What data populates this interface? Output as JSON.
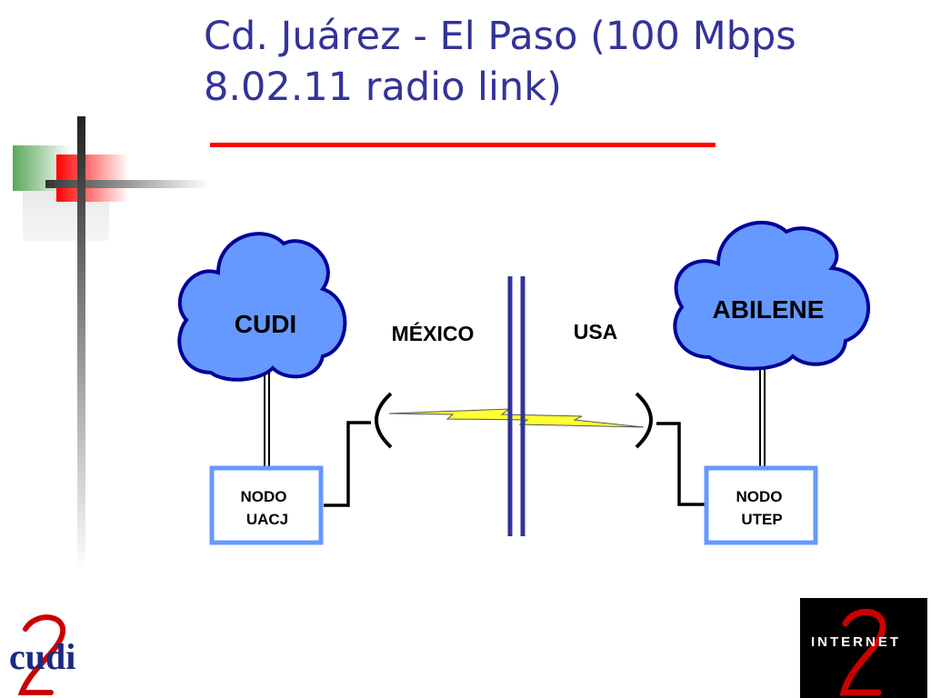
{
  "slide": {
    "title_line1": "Cd. Juárez - El Paso (100 Mbps",
    "title_line2": "8.02.11 radio link)"
  },
  "diagram": {
    "clouds": [
      {
        "label": "CUDI"
      },
      {
        "label": "ABILENE"
      }
    ],
    "regions": {
      "left": "MÉXICO",
      "right": "USA"
    },
    "nodes": [
      {
        "line1": "NODO",
        "line2": "UACJ"
      },
      {
        "line1": "NODO",
        "line2": "UTEP"
      }
    ],
    "colors": {
      "cloud_fill": "#6699ff",
      "cloud_stroke": "#000099",
      "border_line": "#333399",
      "node_border": "#6699ff",
      "radio_beam": "#ffff33",
      "title": "#333399",
      "title_rule": "#ff0000"
    }
  },
  "logos": {
    "left_text": "cudi",
    "right_text": "INTERNET"
  }
}
